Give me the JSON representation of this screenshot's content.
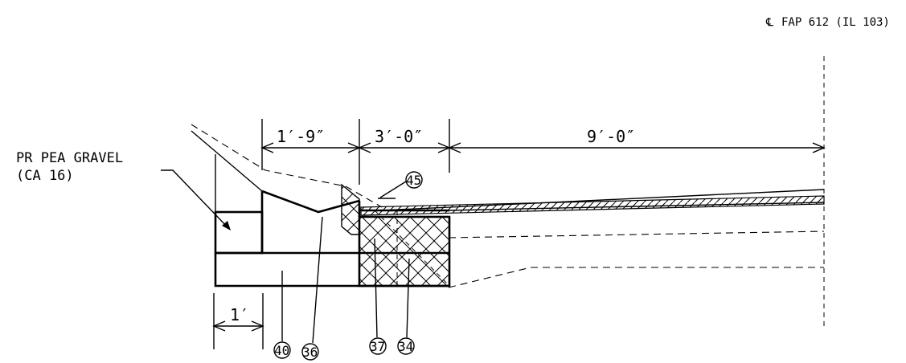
{
  "centerline": {
    "symbol": "℄",
    "label": "FAP 612 (IL 103)"
  },
  "note": {
    "line1": "PR PEA GRAVEL",
    "line2": "(CA 16)"
  },
  "dimensions": {
    "d1": "1′-9″",
    "d2": "3′-0″",
    "d3": "9′-0″",
    "d4": "1′"
  },
  "callouts": {
    "c45": "45",
    "c40": "40",
    "c36": "36",
    "c37": "37",
    "c34": "34"
  }
}
